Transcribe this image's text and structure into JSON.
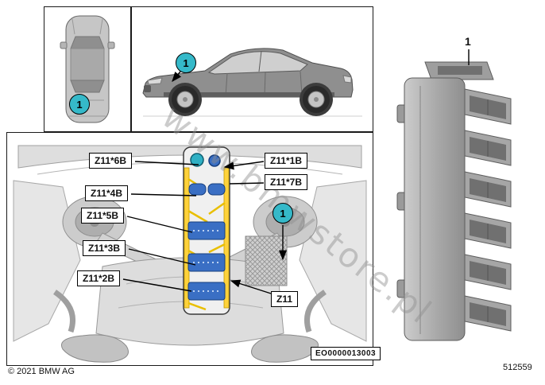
{
  "watermark": "www.bmwstore.pl",
  "callouts": {
    "item_number": "1"
  },
  "connector_labels": {
    "z11_6b": "Z11*6B",
    "z11_4b": "Z11*4B",
    "z11_5b": "Z11*5B",
    "z11_3b": "Z11*3B",
    "z11_2b": "Z11*2B",
    "z11_1b": "Z11*1B",
    "z11_7b": "Z11*7B",
    "z11": "Z11"
  },
  "footer": {
    "copyright": "© 2021 BMW AG",
    "drawing_code": "EO0000013003",
    "image_number": "512559"
  },
  "colors": {
    "callout_fill": "#35b9c9",
    "module_highlight_yellow": "#ffd23b",
    "connector_blue": "#3a6fc4",
    "connector_teal": "#2fb0c4"
  }
}
